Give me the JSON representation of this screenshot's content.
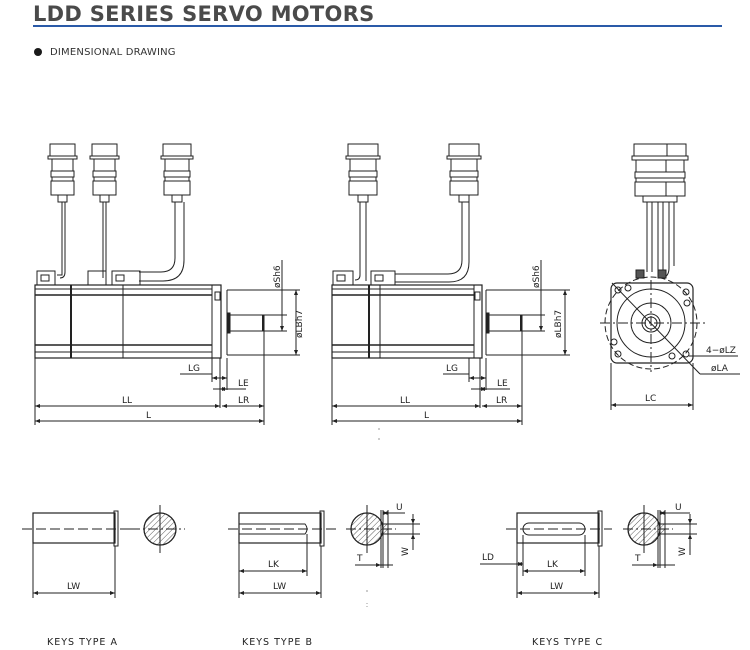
{
  "header": {
    "title": "LDD SERIES SERVO MOTORS",
    "accent_color": "#2a5aa8"
  },
  "section": {
    "bullet_label": "DIMENSIONAL DRAWING"
  },
  "views": {
    "motor_brake": {
      "labels": {
        "shaft_dia": "øSh6",
        "flange_dia": "øLBh7",
        "lg": "LG",
        "le": "LE",
        "ll": "LL",
        "lr": "LR",
        "l": "L"
      }
    },
    "motor_standard": {
      "labels": {
        "shaft_dia": "øSh6",
        "flange_dia": "øLBh7",
        "lg": "LG",
        "le": "LE",
        "ll": "LL",
        "lr": "LR",
        "l": "L"
      }
    },
    "front_view": {
      "labels": {
        "holes": "4−øLZ",
        "pcd": "øLA",
        "lc": "LC"
      }
    }
  },
  "keys": {
    "type_a": {
      "caption": "KEYS  TYPE  A",
      "labels": {
        "lw": "LW"
      }
    },
    "type_b": {
      "caption": "KEYS  TYPE  B",
      "labels": {
        "lk": "LK",
        "lw": "LW",
        "u": "U",
        "t": "T",
        "w": "W"
      }
    },
    "type_c": {
      "caption": "KEYS  TYPE  C",
      "labels": {
        "ld": "LD",
        "lk": "LK",
        "lw": "LW",
        "u": "U",
        "t": "T",
        "w": "W"
      }
    }
  }
}
